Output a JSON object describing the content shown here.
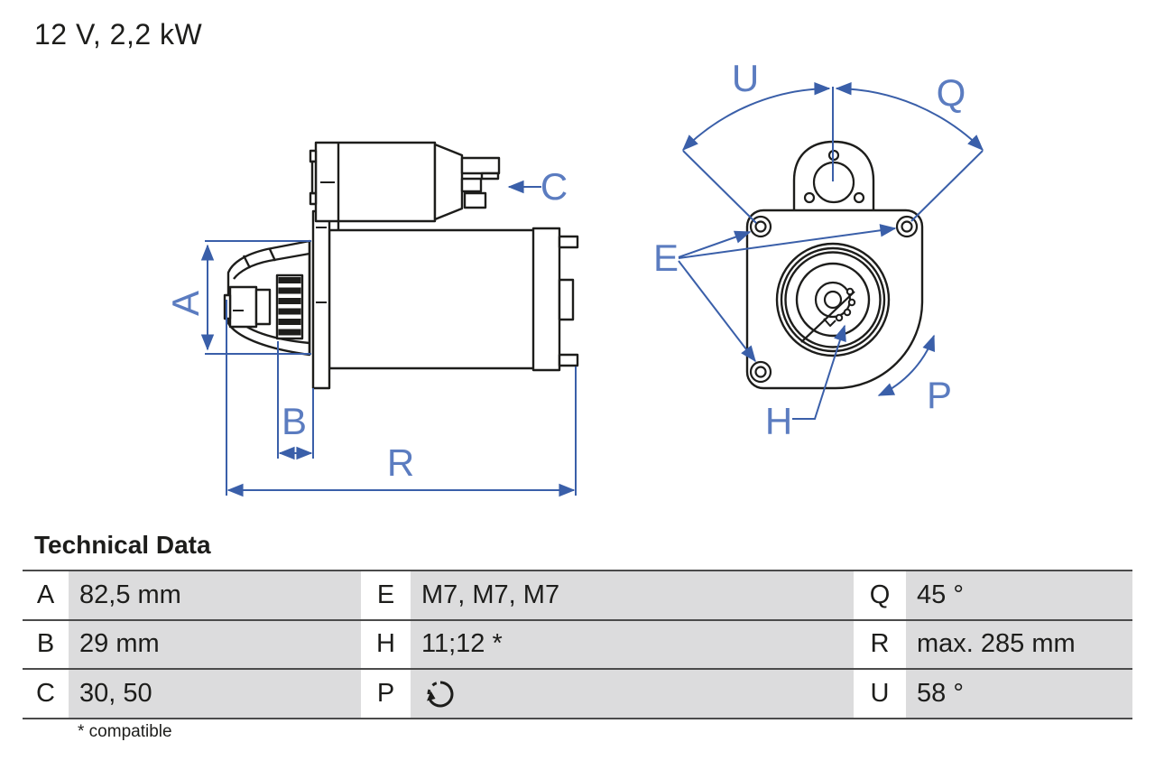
{
  "header": {
    "title": "12 V, 2,2 kW"
  },
  "diagrams": {
    "side_view": {
      "name": "starter-motor-side-view",
      "labels": {
        "A": "A",
        "B": "B",
        "C": "C",
        "R": "R"
      }
    },
    "front_view": {
      "name": "starter-motor-front-view",
      "labels": {
        "U": "U",
        "Q": "Q",
        "E": "E",
        "H": "H",
        "P": "P"
      }
    }
  },
  "colors": {
    "drawing_line": "#1d1d1b",
    "dimension_blue": "#3a5fa9",
    "label_blue": "#5b7cc0",
    "table_cell_gray": "#dcdcdd",
    "table_rule_gray": "#4b4b4b"
  },
  "table": {
    "heading": "Technical Data",
    "rows": [
      {
        "cells": [
          {
            "key": "A",
            "value": "82,5 mm"
          },
          {
            "key": "E",
            "value": "M7, M7, M7"
          },
          {
            "key": "Q",
            "value": "45 °"
          }
        ]
      },
      {
        "cells": [
          {
            "key": "B",
            "value": "29 mm"
          },
          {
            "key": "H",
            "value": "11;12 *"
          },
          {
            "key": "R",
            "value": "max. 285 mm"
          }
        ]
      },
      {
        "cells": [
          {
            "key": "C",
            "value": "30, 50"
          },
          {
            "key": "P",
            "value": "",
            "icon": "rotation-direction-icon"
          },
          {
            "key": "U",
            "value": "58 °"
          }
        ]
      }
    ],
    "footnote": "* compatible"
  }
}
